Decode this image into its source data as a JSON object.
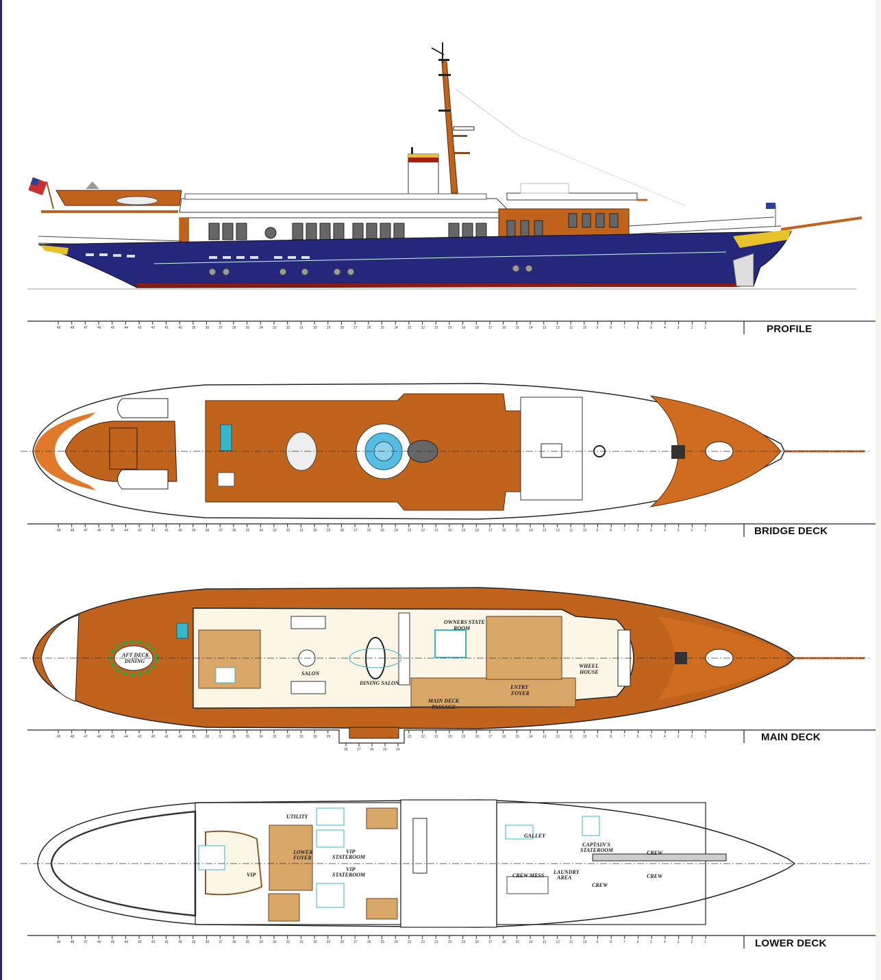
{
  "diagram": {
    "type": "yacht general arrangement",
    "colors": {
      "hull_navy": "#25287a",
      "teak_orange": "#c0631d",
      "teak_light": "#d9a767",
      "glass_cyan": "#36b8c9",
      "pool_blue": "#57bde0",
      "boot_red": "#8a1d10",
      "gold_trim": "#e8c22b",
      "line": "#1a1a1a",
      "border_navy": "#2b2a55"
    },
    "frame_ruler": {
      "range_aft_to_fwd": [
        49,
        1
      ],
      "main_deck_dropout_frames": [
        "28",
        "27",
        "26",
        "25",
        "24"
      ]
    },
    "views": [
      {
        "id": "profile",
        "label": "PROFILE"
      },
      {
        "id": "bridge",
        "label": "BRIDGE DECK"
      },
      {
        "id": "main",
        "label": "MAIN DECK"
      },
      {
        "id": "lower",
        "label": "LOWER DECK"
      }
    ],
    "main_deck_rooms": {
      "aft_deck_dining_1": "AFT DECK",
      "aft_deck_dining_2": "DINING",
      "salon": "SALON",
      "dining_salon": "DINING SALON",
      "owners_1": "OWNERS STATE",
      "owners_2": "ROOM",
      "passage_1": "MAIN DECK",
      "passage_2": "PASSAGE",
      "foyer_1": "ENTRY",
      "foyer_2": "FOYER",
      "wheel_1": "WHEEL",
      "wheel_2": "HOUSE"
    },
    "lower_deck_rooms": {
      "vip": "VIP",
      "utility": "UTILITY",
      "lower_foyer_1": "LOWER",
      "lower_foyer_2": "FOYER",
      "vip_state_1a": "VIP",
      "vip_state_1b": "STATEROOM",
      "vip_state_2a": "VIP",
      "vip_state_2b": "STATEROOM",
      "galley": "GALLEY",
      "crew_mess": "CREW MESS",
      "laundry_1": "LAUNDRY",
      "laundry_2": "AREA",
      "captain_1": "CAPTAIN'S",
      "captain_2": "STATEROOM",
      "crew_a": "CREW",
      "crew_b": "CREW",
      "crew_c": "CREW"
    }
  }
}
